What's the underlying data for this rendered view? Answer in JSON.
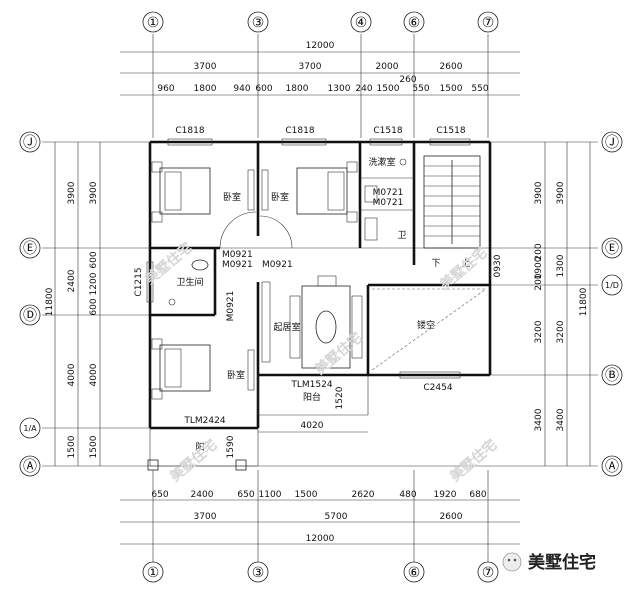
{
  "top_axes": [
    "①",
    "③",
    "④",
    "⑥",
    "⑦"
  ],
  "bottom_axes": [
    "①",
    "③",
    "⑥",
    "⑦"
  ],
  "left_axes": [
    "Ⓙ",
    "Ⓔ",
    "Ⓓ",
    "1/A",
    "Ⓐ"
  ],
  "right_axes": [
    "Ⓙ",
    "Ⓔ",
    "1/D",
    "Ⓑ",
    "Ⓐ"
  ],
  "dims": {
    "top_total": "12000",
    "top_mid": [
      "3700",
      "3700",
      "2000",
      "2600"
    ],
    "top_260": "260",
    "top_small": [
      "960",
      "1800",
      "940",
      "600",
      "1800",
      "1300",
      "240",
      "1500",
      "550",
      "1500",
      "550"
    ],
    "bottom_small": [
      "650",
      "2400",
      "650",
      "1100",
      "1500",
      "2620",
      "480",
      "1920",
      "680"
    ],
    "bottom_mid": [
      "3700",
      "5700",
      "2600"
    ],
    "bottom_total": "12000",
    "left_total": "11800",
    "left_mid": [
      "3900",
      "2400",
      "4000",
      "1500"
    ],
    "left_inner": [
      "3900",
      "600",
      "1200",
      "600",
      "4000",
      "1500"
    ],
    "right_total": "11800",
    "right_mid": [
      "3900",
      "1300",
      "3200",
      "3400"
    ],
    "right_inner": [
      "3900",
      "200",
      "1900",
      "200",
      "3200",
      "3400"
    ],
    "plan_4020": "4020",
    "plan_1520": "1520",
    "plan_1590": "1590",
    "plan_0930": "0930"
  },
  "windows": [
    "C1818",
    "C1818",
    "C1518",
    "C1518",
    "C1215",
    "C2454"
  ],
  "doors": [
    "M0921",
    "M0921",
    "M0921",
    "M0921",
    "M0721",
    "M0721",
    "TLM2424",
    "TLM1524"
  ],
  "rooms": {
    "bed1": "卧室",
    "bed2": "卧室",
    "bed3": "卧室",
    "wash": "洗漱室",
    "wc": "卫生间",
    "wc2": "卫",
    "living": "起居室",
    "void": "镂空",
    "balcony1": "阳台",
    "balcony2": "阳",
    "stair_down": "下",
    "stair_up": "上"
  },
  "watermark": "美墅住宅",
  "logo_text": "美墅住宅"
}
